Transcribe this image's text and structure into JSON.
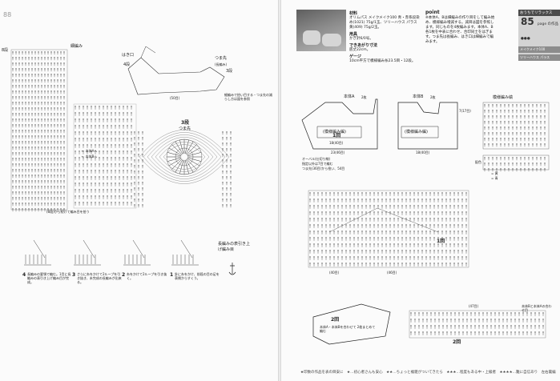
{
  "left_page": {
    "page_number": "88",
    "sole_chart": {
      "label_rib": "細編み",
      "label_rows_top": "8段",
      "label_a": "← 本体Aへ",
      "label_b": "← 本体Bへ",
      "label_bottom": "(8段)から続けて編み目を拾う"
    },
    "sock_diagram": {
      "label_heel": "はき口",
      "label_heel_rows": "4段",
      "label_toe": "つま先",
      "label_toe_sub": "(長編み)",
      "label_toe_rows": "3段",
      "label_sole_cm": "(50目)",
      "label_note": "細編みで拾い目する・つま先の減らし方は図を参照"
    },
    "toe_chart": {
      "title": "3段",
      "subtitle": "つま先"
    },
    "steps": [
      {
        "num": "4",
        "caption": "長編みの要領で編む。1目に長編みの表引き上げ編み目が完成。"
      },
      {
        "num": "3",
        "caption": "さらに糸をかけて2ループを引き抜き、未完成の長編みが出来る。"
      },
      {
        "num": "2",
        "caption": "糸をかけて2ループを引き抜く。"
      },
      {
        "num": "1",
        "caption": "針に糸をかけ、前段の目の足を表側からすくう。"
      }
    ],
    "symbol_title": "長編みの表引き上げ編み目"
  },
  "right_page": {
    "materials": {
      "h_yarn": "材料",
      "v_yarn": "オリムパス メイクメイク100 青・赤系段染め(1021) 75g/1玉、ツリーハウス パラス 黄(409) 75g/2玉。",
      "h_needle": "用具",
      "v_needle": "かぎ針6/0号。",
      "h_size": "できあがり寸法",
      "v_size": "底丈22cm。",
      "h_gauge": "ゲージ",
      "v_gauge": "10cm平方で模様編み糸23.5目・12段。"
    },
    "point": {
      "title": "point",
      "text": "※本体A、Bは細編みの作り目をして編み始め、模様編み増減する。減目は図を参照します。同じものを4枚編みます。本体A、B各1枚を中表に合わせ、合印同士をはぎます。つま先は長編み、はき口は細編みで編みます。"
    },
    "badge": {
      "header": "おうちでリラックス",
      "page_no": "85",
      "page_suffix": "page の作品 ●●●",
      "row1": "メイクメイク100",
      "row2": "ツリーハウス パラス"
    },
    "body_a": {
      "title": "本体A",
      "count": "2枚",
      "pattern": "(模様編み編)",
      "cm1": "18(40目)",
      "cm2": "23(46目)",
      "cm3": "1回",
      "notes": [
        "オーバル(仕切り線)",
        "指定以外は7目で編む",
        "つま先(36目)から拾い、54目"
      ]
    },
    "body_b": {
      "title": "本体B",
      "count": "2枚",
      "pattern": "(模様編み編)",
      "cm1": "7(17目)",
      "cm2": "18(40目)"
    },
    "stitch_pattern": {
      "title": "模様編み縞",
      "legend": [
        "= 黄",
        "= 青"
      ],
      "side_label": "配色"
    },
    "main_chart": {
      "label_one": "1回",
      "label_40": "(40目)",
      "label_46": "(46目)"
    },
    "lower_diagrams": {
      "left_title": "2回",
      "left_note": "本体A・本体Bを合わせて 2枚まとめて編む",
      "right_title": "2回",
      "right_sub": "(47目)",
      "right_note": "本体Bと本体Aの合わせ目"
    },
    "footer": "★印数の作品を表の目安に　★…初心者さんも安心　★★…ちょっと複雑がついてきたら　★★★…程度もある中・上級者　★★★★…難に自信あり　左右裏編"
  }
}
